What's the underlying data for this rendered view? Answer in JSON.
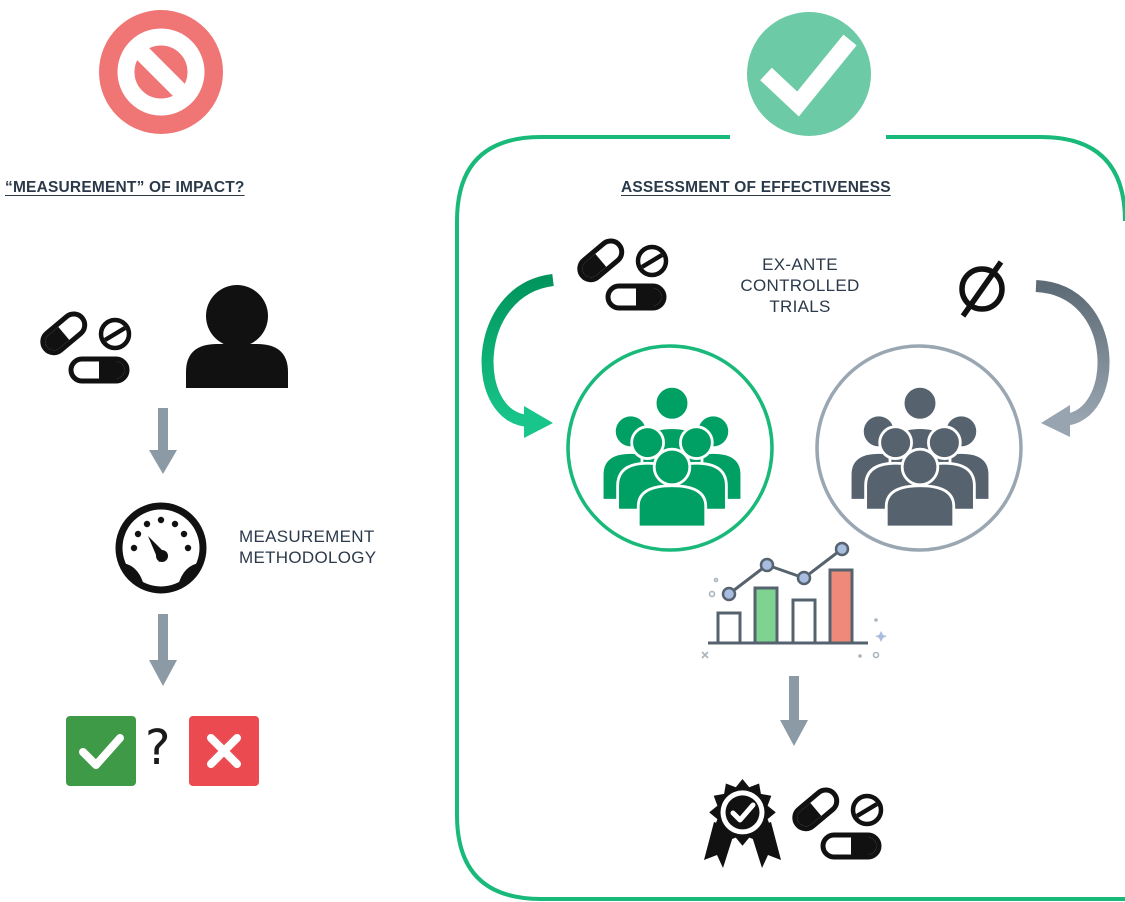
{
  "left_panel": {
    "title": "“MEASUREMENT” OF IMPACT?",
    "status_icon": "prohibited-icon",
    "status_color": "#f07575",
    "methodology_label_lines": [
      "MEASUREMENT",
      "METHODOLOGY"
    ],
    "question_mark": "?",
    "outcomes": [
      "check-box-icon",
      "cross-box-icon"
    ]
  },
  "right_panel": {
    "title": "ASSESSMENT OF EFFECTIVENESS",
    "status_icon": "checkmark-icon",
    "status_color": "#6ccaa6",
    "trial_label_lines": [
      "EX-ANTE",
      "CONTROLLED",
      "TRIALS"
    ],
    "placebo_symbol": "Ø",
    "treatment_group_icon": "treatment-group-icon",
    "control_group_icon": "control-group-icon",
    "result_icons": [
      "award-badge-icon",
      "pills-icon"
    ]
  },
  "colors": {
    "green": "#00a065",
    "frame_green": "#19b97a",
    "slate": "#56636f",
    "arrow_gray": "#8c9aa6",
    "text": "#2b3a4a",
    "success_box": "#3e9a47",
    "error_box": "#ea4a50"
  }
}
